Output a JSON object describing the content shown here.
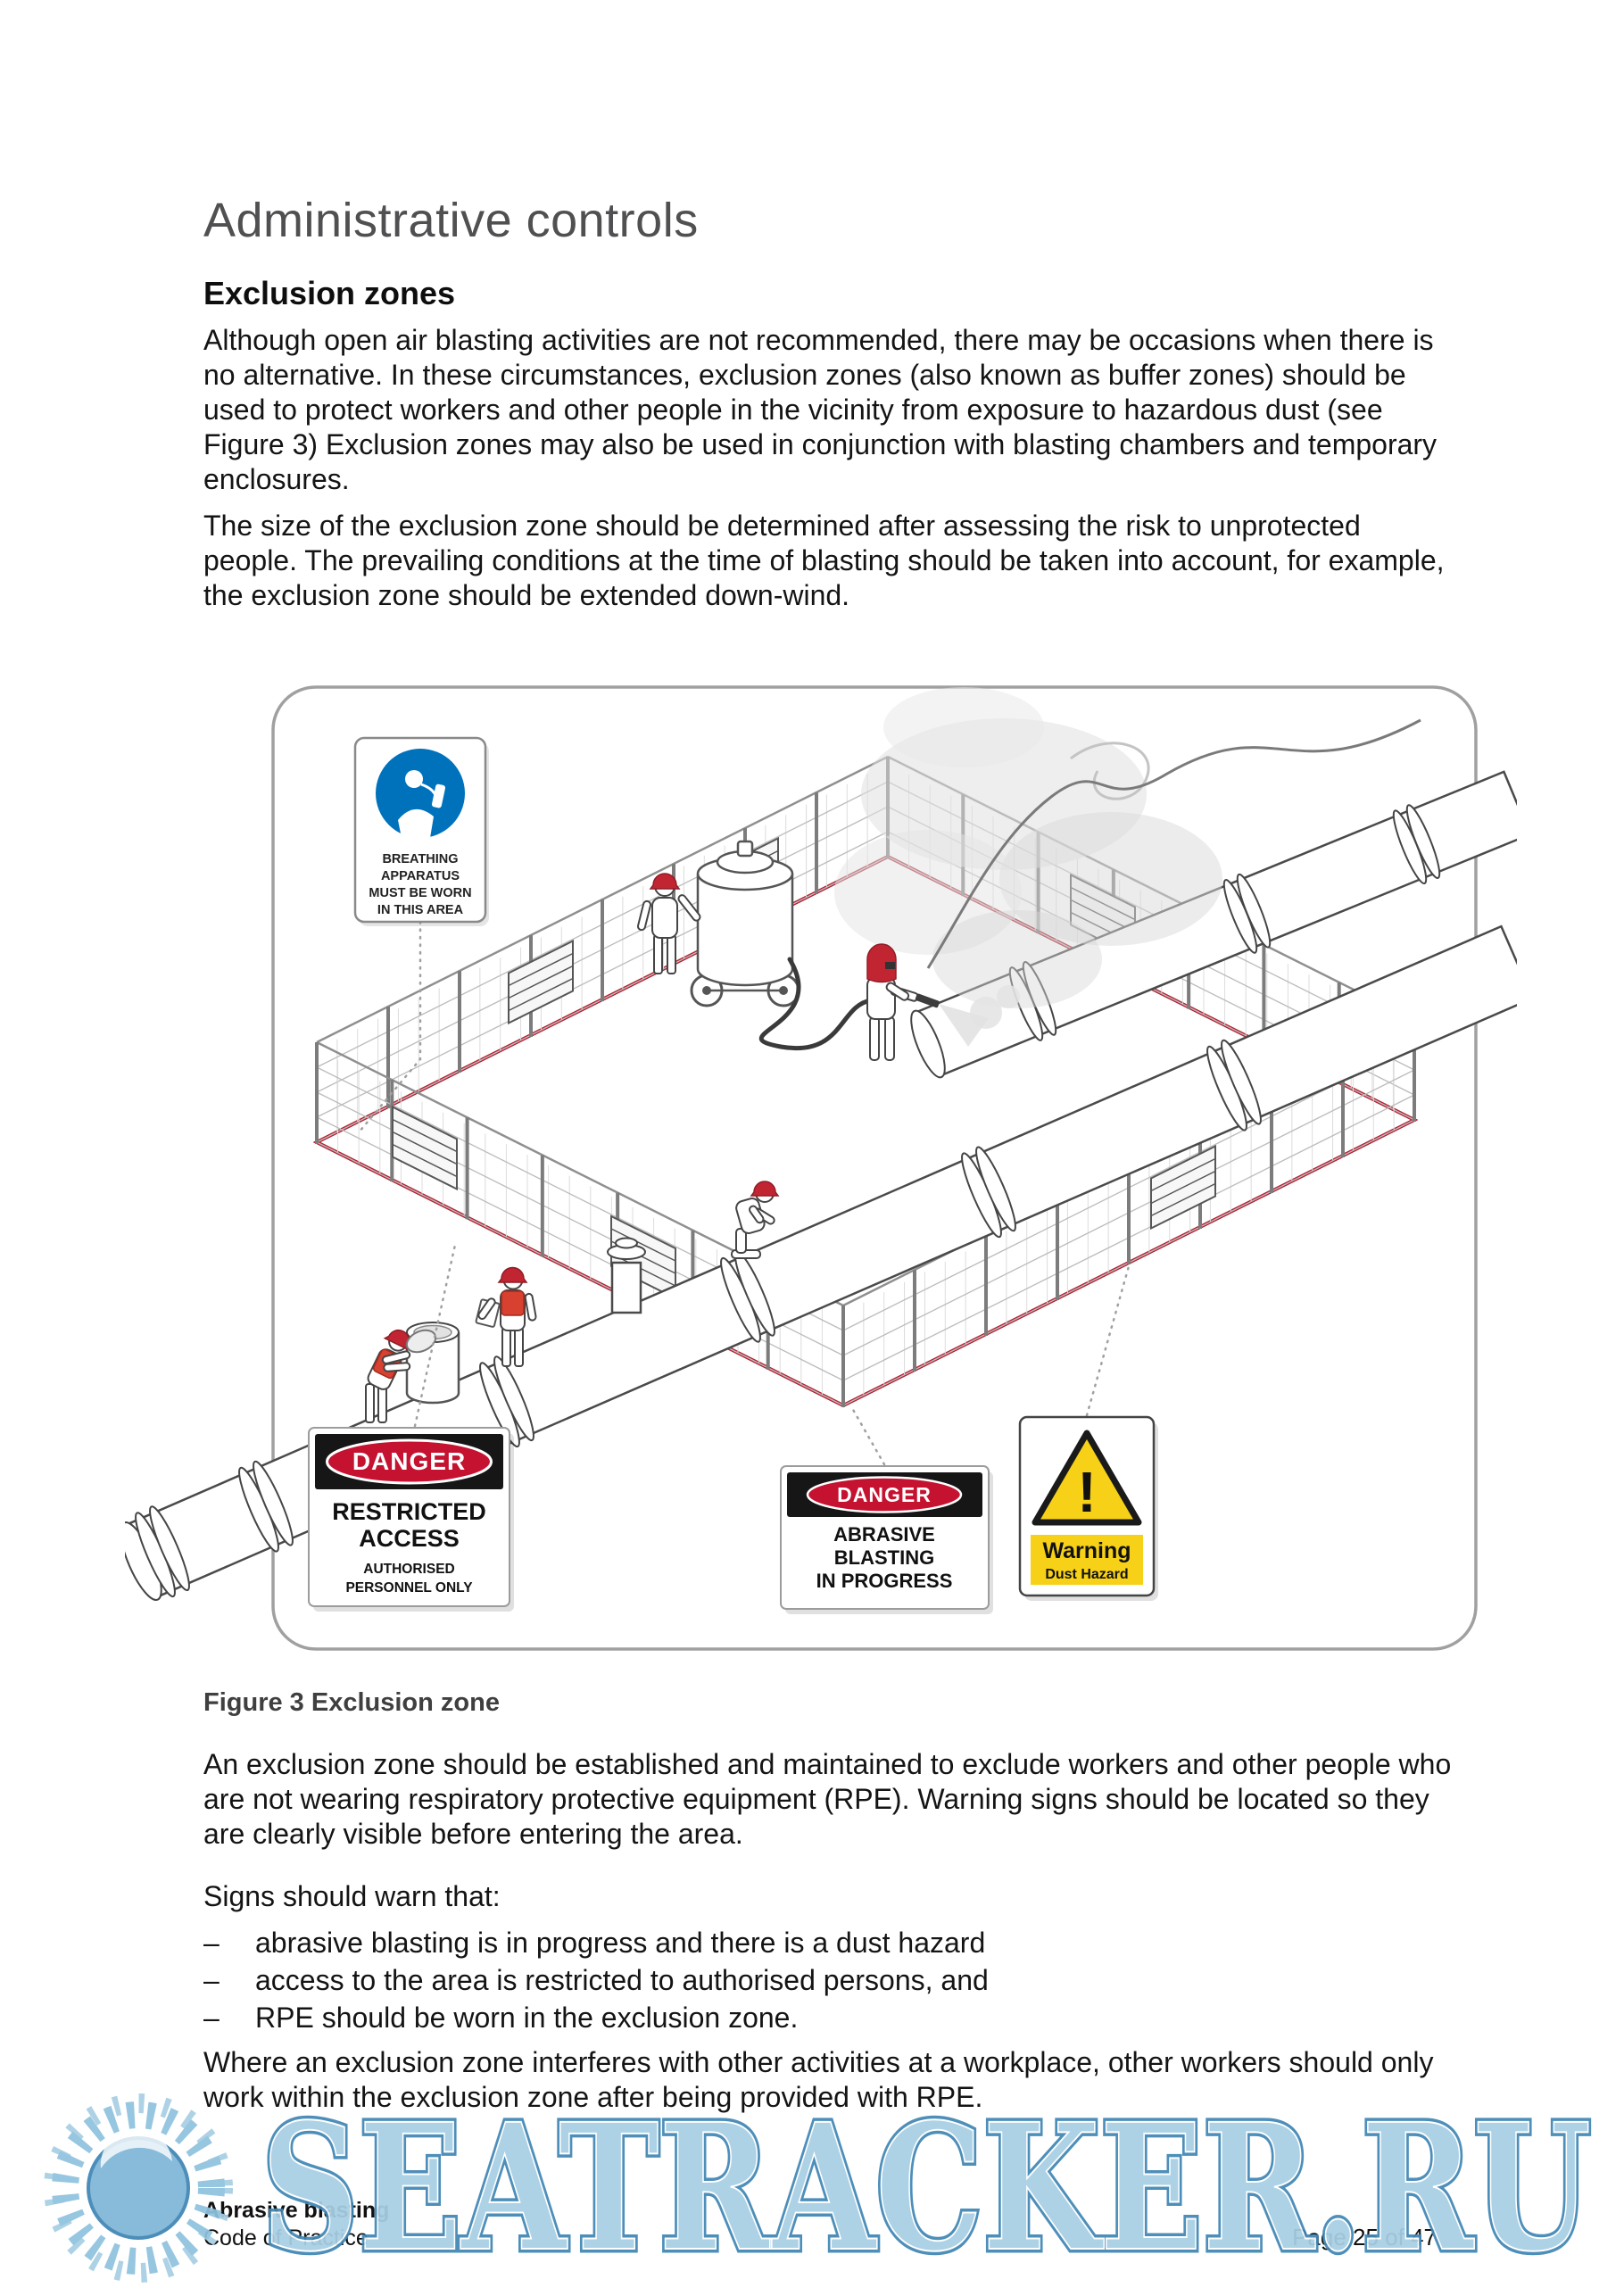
{
  "page": {
    "heading": "Administrative controls",
    "section_heading": "Exclusion zones",
    "paragraphs": {
      "p1": "Although open air blasting activities are not recommended, there may be occasions when there is no alternative. In these circumstances, exclusion zones (also known as buffer zones) should be used to protect workers and other people in the vicinity from exposure to hazardous dust (see Figure 3) Exclusion zones may also be used in conjunction with blasting chambers and temporary enclosures.",
      "p2": "The size of the exclusion zone should be determined after assessing the risk to unprotected people. The prevailing conditions at the time of blasting should be taken into account, for example, the exclusion zone should be extended down-wind.",
      "p3": "An exclusion zone should be established and maintained to exclude workers and other people who are not wearing respiratory protective equipment (RPE). Warning signs should be located so they are clearly visible before entering the area.",
      "p4_intro": "Signs should warn that:",
      "p5": "Where an exclusion zone interferes with other activities at a workplace, other workers should only work within the exclusion zone after being provided with RPE."
    },
    "bullet_marker": "–",
    "bullets": [
      "abrasive blasting is in progress and there is a dust hazard",
      "access to the area is restricted to authorised persons, and",
      "RPE should be worn in the exclusion zone."
    ],
    "figure_caption": "Figure 3 Exclusion zone"
  },
  "figure": {
    "signs": {
      "breathing": {
        "lines": [
          "BREATHING",
          "APPARATUS",
          "MUST BE WORN",
          "IN THIS AREA"
        ]
      },
      "restricted": {
        "header": "DANGER",
        "lines": [
          "RESTRICTED",
          "ACCESS"
        ],
        "sub": [
          "AUTHORISED",
          "PERSONNEL ONLY"
        ]
      },
      "blasting": {
        "header": "DANGER",
        "lines": [
          "ABRASIVE",
          "BLASTING",
          "IN PROGRESS"
        ]
      },
      "warning": {
        "symbol": "!",
        "title": "Warning",
        "sub": "Dust Hazard"
      }
    },
    "colors": {
      "danger_red": "#c41230",
      "zone_red": "#b22234",
      "warning_yellow": "#f7d117",
      "sign_blue": "#0072bc"
    }
  },
  "footer": {
    "doc_title": "Abrasive blasting",
    "doc_subtitle": "Code of Practice",
    "page_number": "Page 25 of 47"
  },
  "watermark": {
    "text": "SEATRACKER.RU"
  }
}
